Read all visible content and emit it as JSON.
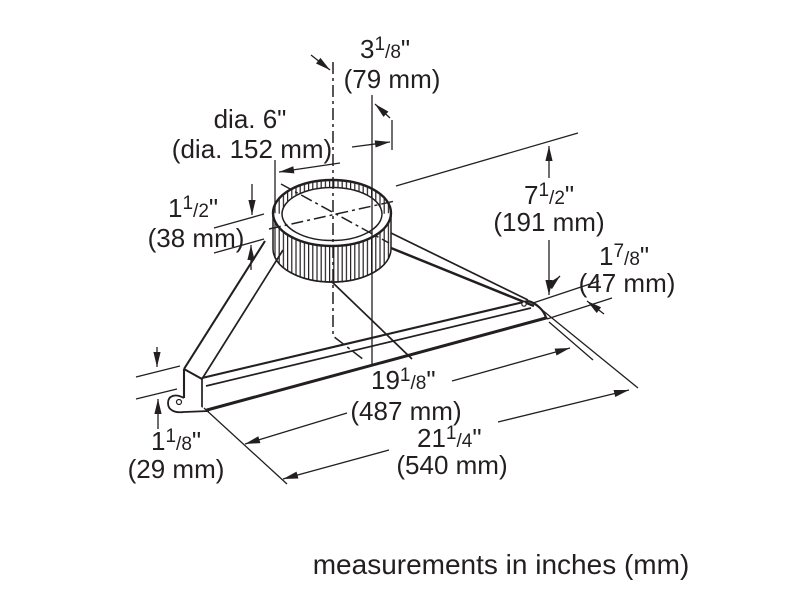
{
  "figure": {
    "title": "duct transition dimensional drawing",
    "type": "technical-dimension-drawing",
    "line_color": "#231f20",
    "background": "#ffffff",
    "note": "measurements in inches (mm)",
    "dims": {
      "center_offset": {
        "whole": "3",
        "num": "1",
        "den": "/8",
        "unit": "\"",
        "metric": "(79 mm)"
      },
      "diameter": {
        "imperial": "dia. 6\"",
        "metric": "(dia. 152 mm)"
      },
      "collar_height": {
        "whole": "1",
        "num": "1",
        "den": "/2",
        "unit": "\"",
        "metric": "(38 mm)"
      },
      "overall_height": {
        "whole": "7",
        "num": "1",
        "den": "/2",
        "unit": "\"",
        "metric": "(191 mm)"
      },
      "rail_height": {
        "whole": "1",
        "num": "7",
        "den": "/8",
        "unit": "\"",
        "metric": "(47 mm)"
      },
      "inner_length": {
        "whole": "19",
        "num": "1",
        "den": "/8",
        "unit": "\"",
        "metric": "(487 mm)"
      },
      "overall_length": {
        "whole": "21",
        "num": "1",
        "den": "/4",
        "unit": "\"",
        "metric": "(540 mm)"
      },
      "flange_height": {
        "whole": "1",
        "num": "1",
        "den": "/8",
        "unit": "\"",
        "metric": "(29 mm)"
      }
    }
  }
}
